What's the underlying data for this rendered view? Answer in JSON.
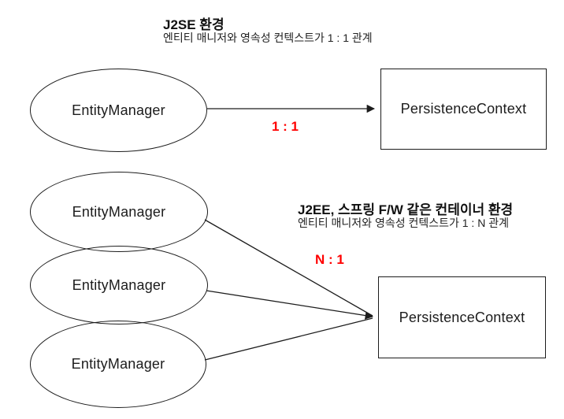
{
  "sections": {
    "j2se": {
      "title": "J2SE 환경",
      "subtitle": "엔티티 매니저와 영속성 컨텍스트가 1 : 1 관계",
      "relation": "1 : 1",
      "entity_manager": "EntityManager",
      "persistence_context": "PersistenceContext"
    },
    "j2ee": {
      "title": "J2EE, 스프링 F/W 같은 컨테이너 환경",
      "subtitle": "엔티티 매니저와 영속성 컨텍스트가 1 : N 관계",
      "relation": "N : 1",
      "entity_managers": [
        "EntityManager",
        "EntityManager",
        "EntityManager"
      ],
      "persistence_context": "PersistenceContext"
    }
  },
  "colors": {
    "relation_label": "#ff0000",
    "shape_stroke": "#1c1c1c",
    "text": "#000000",
    "background": "#ffffff"
  }
}
